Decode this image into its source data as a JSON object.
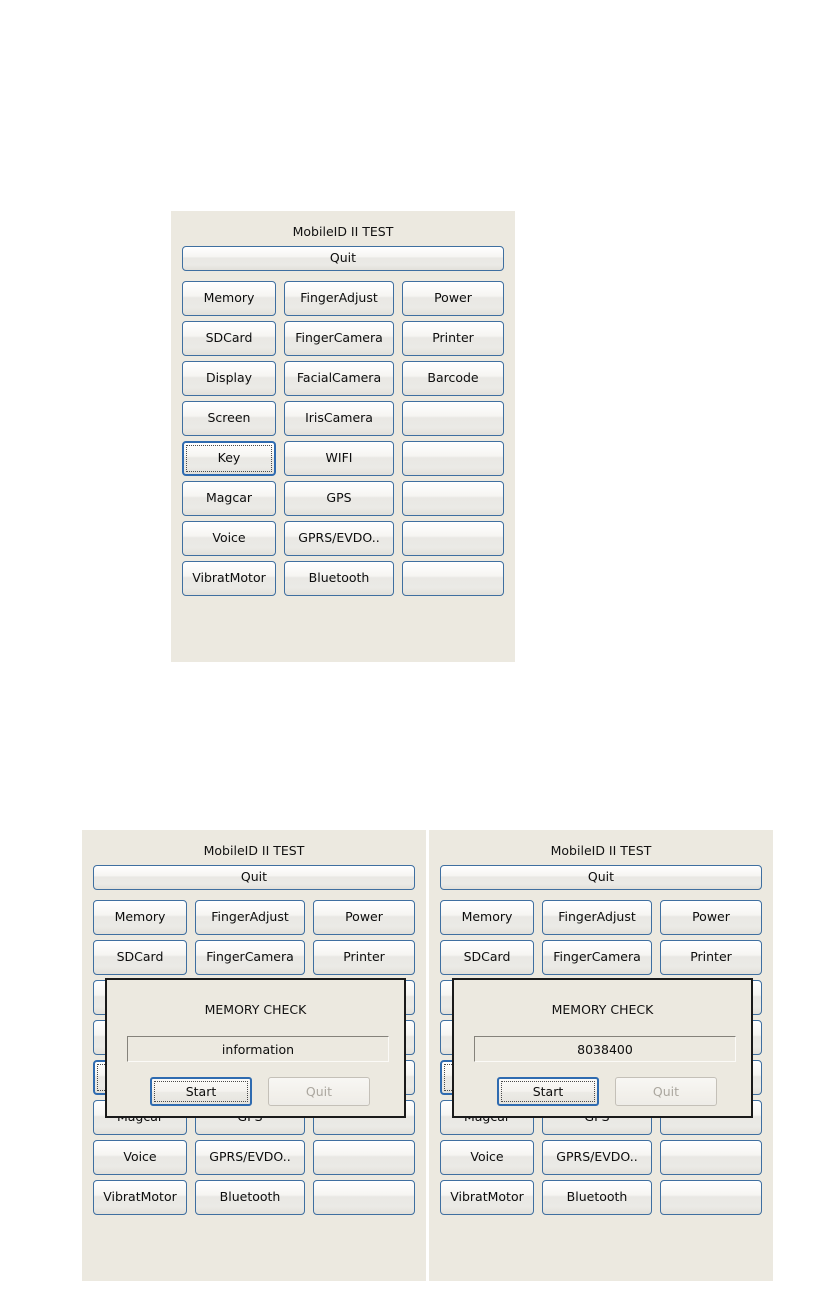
{
  "app": {
    "title": "MobileID II TEST",
    "quit_label": "Quit"
  },
  "buttons": {
    "column1": [
      "Memory",
      "SDCard",
      "Display",
      "Screen",
      "Key",
      "Magcar",
      "Voice",
      "VibratMotor"
    ],
    "column2": [
      "FingerAdjust",
      "FingerCamera",
      "FacialCamera",
      "IrisCamera",
      "WIFI",
      "GPS",
      "GPRS/EVDO..",
      "Bluetooth"
    ],
    "column3": [
      "Power",
      "Printer",
      "Barcode",
      "",
      "",
      "",
      "",
      ""
    ],
    "focused": "Key"
  },
  "dialog": {
    "title": "MEMORY CHECK",
    "start_label": "Start",
    "quit_label": "Quit",
    "value_before": "information",
    "value_after": "8038400"
  },
  "colors": {
    "panel_bg": "#ece9e0",
    "button_border": "#3f6fa0",
    "focus_border": "#2f6bb0",
    "text": "#0d0d0d",
    "disabled_text": "#a8a49c"
  }
}
